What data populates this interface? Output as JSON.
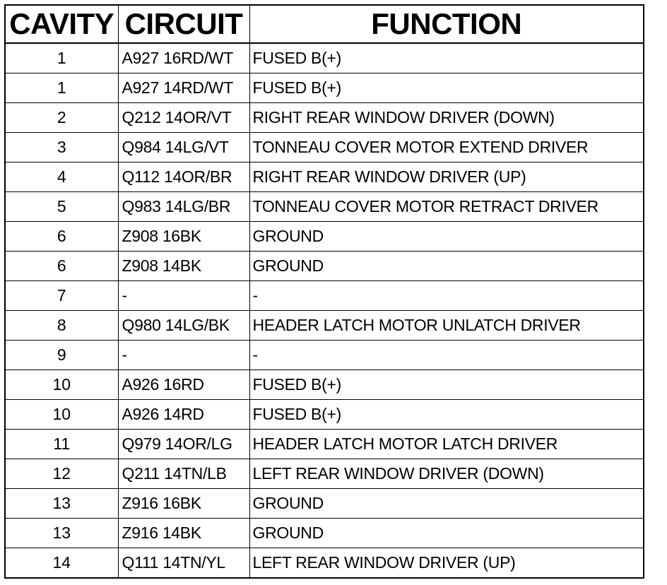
{
  "table": {
    "headers": {
      "cavity": "CAVITY",
      "circuit": "CIRCUIT",
      "function": "FUNCTION"
    },
    "rows": [
      {
        "cavity": "1",
        "circuit": "A927 16RD/WT",
        "function": "FUSED B(+)"
      },
      {
        "cavity": "1",
        "circuit": "A927 14RD/WT",
        "function": "FUSED B(+)"
      },
      {
        "cavity": "2",
        "circuit": "Q212 14OR/VT",
        "function": "RIGHT REAR WINDOW DRIVER (DOWN)"
      },
      {
        "cavity": "3",
        "circuit": "Q984 14LG/VT",
        "function": "TONNEAU COVER MOTOR EXTEND DRIVER"
      },
      {
        "cavity": "4",
        "circuit": "Q112 14OR/BR",
        "function": "RIGHT REAR WINDOW DRIVER (UP)"
      },
      {
        "cavity": "5",
        "circuit": "Q983 14LG/BR",
        "function": "TONNEAU COVER MOTOR RETRACT DRIVER"
      },
      {
        "cavity": "6",
        "circuit": "Z908 16BK",
        "function": "GROUND"
      },
      {
        "cavity": "6",
        "circuit": "Z908 14BK",
        "function": "GROUND"
      },
      {
        "cavity": "7",
        "circuit": "-",
        "function": "-"
      },
      {
        "cavity": "8",
        "circuit": "Q980 14LG/BK",
        "function": "HEADER LATCH MOTOR UNLATCH DRIVER"
      },
      {
        "cavity": "9",
        "circuit": "-",
        "function": "-"
      },
      {
        "cavity": "10",
        "circuit": "A926 16RD",
        "function": "FUSED B(+)"
      },
      {
        "cavity": "10",
        "circuit": "A926 14RD",
        "function": "FUSED B(+)"
      },
      {
        "cavity": "11",
        "circuit": "Q979 14OR/LG",
        "function": "HEADER LATCH MOTOR LATCH DRIVER"
      },
      {
        "cavity": "12",
        "circuit": "Q211 14TN/LB",
        "function": "LEFT REAR WINDOW DRIVER (DOWN)"
      },
      {
        "cavity": "13",
        "circuit": "Z916 16BK",
        "function": "GROUND"
      },
      {
        "cavity": "13",
        "circuit": "Z916 14BK",
        "function": "GROUND"
      },
      {
        "cavity": "14",
        "circuit": "Q111 14TN/YL",
        "function": "LEFT REAR WINDOW DRIVER (UP)"
      }
    ]
  }
}
